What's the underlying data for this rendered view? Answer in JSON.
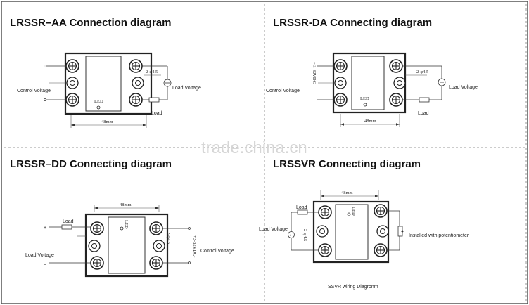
{
  "watermark": "trade.china.cn",
  "diagrams": [
    {
      "title": "LRSSR–AA Connection diagram",
      "width_label": "48mm",
      "dia_label": "2-φ4.5",
      "control_label": "Control Voltage",
      "load_voltage_label": "Load Voltage",
      "load_label": "Load",
      "led_label": "LED"
    },
    {
      "title": "LRSSR-DA Connecting diagram",
      "width_label": "48mm",
      "dia_label": "2-φ4.5",
      "dc_label": "+ 3-32VDC -",
      "control_label": "Control Voltage",
      "load_voltage_label": "Load Voltage",
      "load_label": "Load",
      "led_label": "LED"
    },
    {
      "title": "LRSSR–DD Connecting diagram",
      "width_label": "48mm",
      "dia_label": "2-φ4.5",
      "dc_label": "+3-32VDC-",
      "plus": "+",
      "minus": "–",
      "load_label": "Load",
      "load_voltage_label": "Load Voltage",
      "control_label": "Control Voltage",
      "led_label": "LED"
    },
    {
      "title": "LRSSVR Connecting diagram",
      "width_label": "48mm",
      "dia_label": "2-φ4.5",
      "load_label": "Load",
      "load_voltage_label": "Load Voltage",
      "pot_label": "Installed with potentiometer",
      "caption": "SSVR wiring Diagronm",
      "led_label": "LED"
    }
  ]
}
